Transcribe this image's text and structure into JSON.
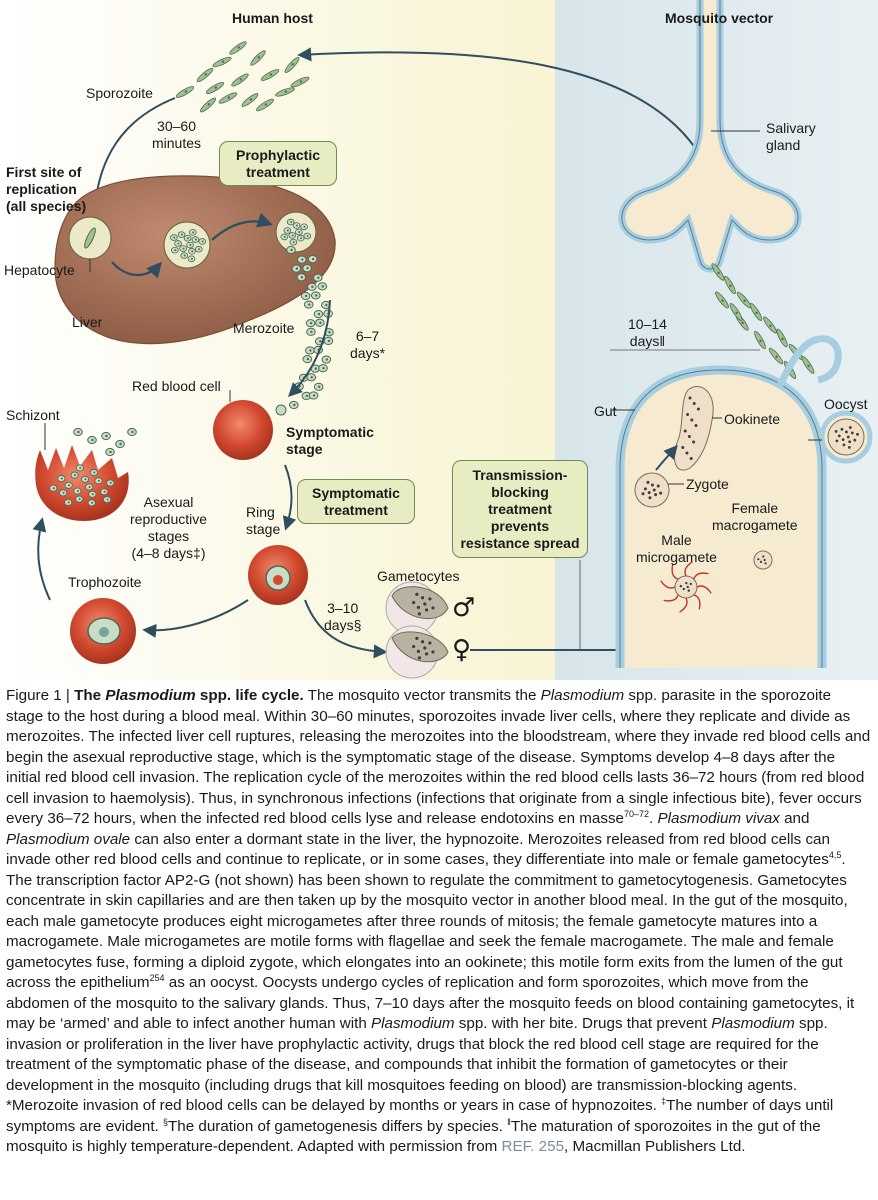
{
  "sections": {
    "host": "Human host",
    "vector": "Mosquito vector"
  },
  "labels": {
    "sporozoite": "Sporozoite",
    "time1": "30–60\nminutes",
    "first_site": "First site of\nreplication\n(all species)",
    "hepatocyte": "Hepatocyte",
    "liver": "Liver",
    "merozoite": "Merozoite",
    "days67": "6–7\ndays*",
    "red_blood_cell": "Red blood cell",
    "schizont": "Schizont",
    "symptomatic_stage": "Symptomatic\nstage",
    "asexual": "Asexual\nreproductive\nstages\n(4–8 days‡)",
    "ring_stage": "Ring\nstage",
    "trophozoite": "Trophozoite",
    "gametocytes": "Gametocytes",
    "days310": "3–10\ndays§",
    "male_symbol": "♂",
    "female_symbol": "♀",
    "salivary_gland": "Salivary\ngland",
    "days1014": "10–14\ndays‖",
    "gut": "Gut",
    "ookinete": "Ookinete",
    "oocyst": "Oocyst",
    "zygote": "Zygote",
    "female_macrogamete": "Female\nmacrogamete",
    "male_microgamete": "Male\nmicrogamete"
  },
  "boxes": {
    "prophylactic": "Prophylactic\ntreatment",
    "symptomatic": "Symptomatic\ntreatment",
    "transmission": "Transmission-\nblocking\ntreatment\nprevents\nresistance spread"
  },
  "caption": {
    "figure_no": "Figure 1 | ",
    "title_a": "The ",
    "title_genus": "Plasmodium",
    "title_b": " spp. life cycle.",
    "body": [
      {
        "t": " The mosquito vector transmits the "
      },
      {
        "t": "Plasmodium",
        "i": true
      },
      {
        "t": " spp. parasite in the sporozoite stage to the host during a blood meal. Within 30–60 minutes, sporozoites invade liver cells, where they replicate and divide as merozoites. The infected liver cell ruptures, releasing the merozoites into the bloodstream, where they invade red blood cells and begin the asexual reproductive stage, which is the symptomatic stage of the disease. Symptoms develop 4–8 days after the initial red blood cell invasion. The replication cycle of the merozoites within the red blood cells lasts 36–72 hours (from red blood cell invasion to haemolysis). Thus, in synchronous infections (infections that originate from a single infectious bite), fever occurs every 36–72 hours, when the infected red blood cells lyse and release endotoxins en masse"
      },
      {
        "t": "70–72",
        "sup": true
      },
      {
        "t": ". "
      },
      {
        "t": "Plasmodium vivax",
        "i": true
      },
      {
        "t": " and "
      },
      {
        "t": "Plasmodium ovale",
        "i": true
      },
      {
        "t": " can also enter a dormant state in the liver, the hypnozoite. Merozoites released from red blood cells can invade other red blood cells and continue to replicate, or in some cases, they differentiate into male or female gametocytes"
      },
      {
        "t": "4,5",
        "sup": true
      },
      {
        "t": ". The transcription factor AP2-G (not shown) has been shown to regulate the commitment to gametocytogenesis. Gametocytes concentrate in skin capillaries and are then taken up by the mosquito vector in another blood meal. In the gut of the mosquito, each male gametocyte produces eight microgametes after three rounds of mitosis; the female gametocyte matures into a macrogamete. Male microgametes are motile forms with flagellae and seek the female macrogamete. The male and female gametocytes fuse, forming a diploid zygote, which elongates into an ookinete; this motile form exits from the lumen of the gut across the epithelium"
      },
      {
        "t": "254",
        "sup": true
      },
      {
        "t": " as an oocyst. Oocysts undergo cycles of replication and form sporozoites, which move from the abdomen of the mosquito to the salivary glands. Thus, 7–10 days after the mosquito feeds on blood containing gametocytes, it may be ‘armed’ and able to infect another human with "
      },
      {
        "t": "Plasmodium",
        "i": true
      },
      {
        "t": " spp. with her bite. Drugs that prevent "
      },
      {
        "t": "Plasmodium",
        "i": true
      },
      {
        "t": " spp. invasion or proliferation in the liver have prophylactic activity, drugs that block the red blood cell stage are required for the treatment of the symptomatic phase of the disease, and compounds that inhibit the formation of gametocytes or their development in the mosquito (including drugs that kill mosquitoes feeding on blood) are transmission-blocking agents. *Merozoite invasion of red blood cells can be delayed by months or years in case of hypnozoites. "
      },
      {
        "t": "‡",
        "sup": true
      },
      {
        "t": "The number of days until symptoms are evident. "
      },
      {
        "t": "§",
        "sup": true
      },
      {
        "t": "The duration of gametogenesis differs by species. "
      },
      {
        "t": "‖",
        "sup": true
      },
      {
        "t": "The maturation of sporozoites in the gut of the mosquito is highly temperature-dependent. Adapted with permission from "
      },
      {
        "t": "REF. 255",
        "ref": true
      },
      {
        "t": ", Macmillan Publishers Ltd."
      }
    ]
  },
  "colors": {
    "host_bg": "#f8f4d6",
    "vector_bg": "#dce8ec",
    "box_fill": "#e7ecc2",
    "box_border": "#6f8a52",
    "rbc": "#d0452c",
    "liver": "#a3705a",
    "parasite": "#c8dcc6",
    "gut": "#f6ead0",
    "epithelium": "#a7cde1",
    "arrow": "#2f4e5e"
  }
}
